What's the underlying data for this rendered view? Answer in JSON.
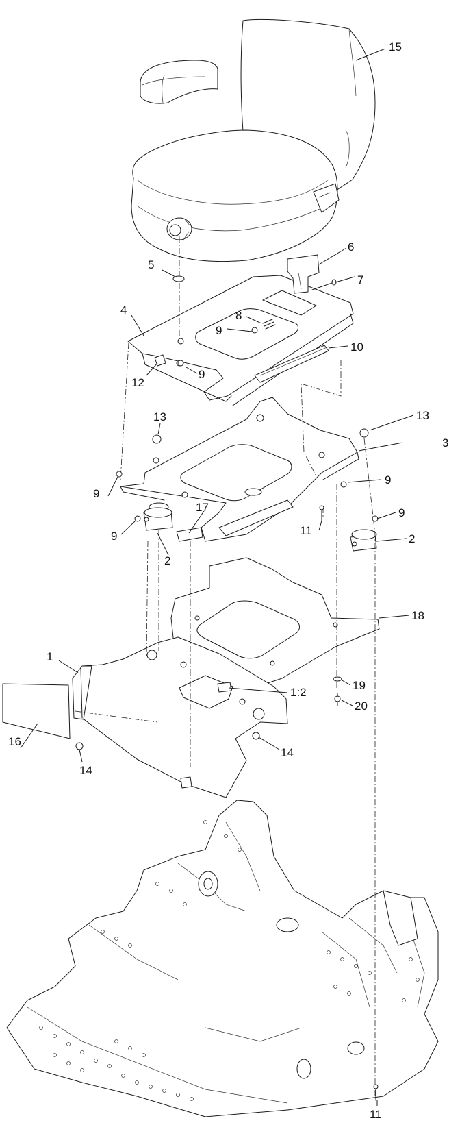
{
  "callouts": [
    {
      "id": "c15",
      "text": "15"
    },
    {
      "id": "c6",
      "text": "6"
    },
    {
      "id": "c5",
      "text": "5"
    },
    {
      "id": "c7",
      "text": "7"
    },
    {
      "id": "c4",
      "text": "4"
    },
    {
      "id": "c8",
      "text": "8"
    },
    {
      "id": "c9a",
      "text": "9"
    },
    {
      "id": "c10",
      "text": "10"
    },
    {
      "id": "c12",
      "text": "12"
    },
    {
      "id": "c9b",
      "text": "9"
    },
    {
      "id": "c13a",
      "text": "13"
    },
    {
      "id": "c13b",
      "text": "13"
    },
    {
      "id": "c3",
      "text": "3"
    },
    {
      "id": "c9c",
      "text": "9"
    },
    {
      "id": "c9d",
      "text": "9"
    },
    {
      "id": "c17",
      "text": "17"
    },
    {
      "id": "c9e",
      "text": "9"
    },
    {
      "id": "c11a",
      "text": "11"
    },
    {
      "id": "c9f",
      "text": "9"
    },
    {
      "id": "c2a",
      "text": "2"
    },
    {
      "id": "c2b",
      "text": "2"
    },
    {
      "id": "c18",
      "text": "18"
    },
    {
      "id": "c1",
      "text": "1"
    },
    {
      "id": "c19",
      "text": "19"
    },
    {
      "id": "c1_2",
      "text": "1:2"
    },
    {
      "id": "c20",
      "text": "20"
    },
    {
      "id": "c16",
      "text": "16"
    },
    {
      "id": "c14a",
      "text": "14"
    },
    {
      "id": "c14b",
      "text": "14"
    },
    {
      "id": "c11b",
      "text": "11"
    }
  ]
}
